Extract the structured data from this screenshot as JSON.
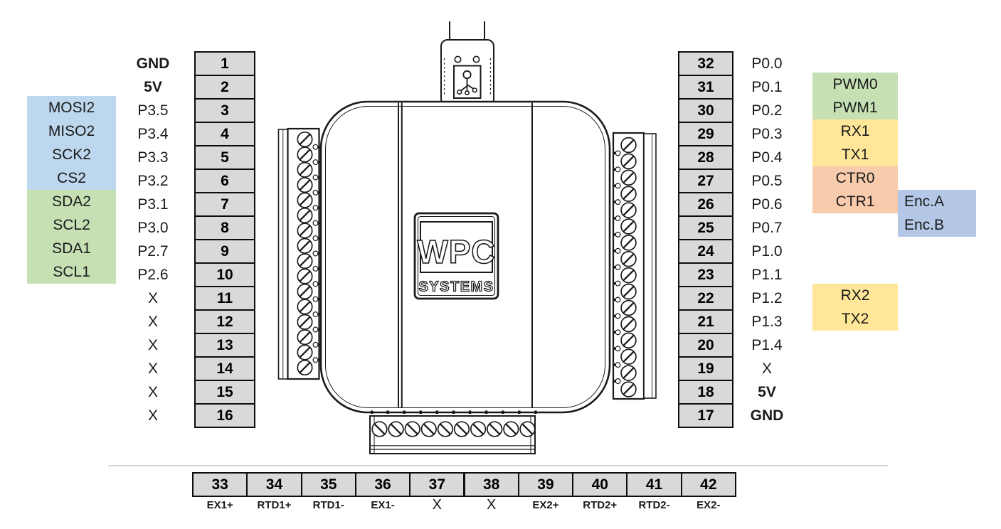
{
  "palette": {
    "pin_box_bg": "#D9D9D9",
    "pin_box_border": "#0d0d0d",
    "spi_blue": "#BDD7EE",
    "i2c_green": "#C6E0B4",
    "pwm_green": "#C6E0B4",
    "uart_yellow": "#FFE699",
    "counter_orange": "#F8CBAD",
    "encoder_blue": "#B4C7E7"
  },
  "device": {
    "brand_line1": "WPC",
    "brand_line2": "SYSTEMS",
    "usb_icon": "usb-trident-icon"
  },
  "left_pins": [
    {
      "pin": "1",
      "name": "GND",
      "bold": true
    },
    {
      "pin": "2",
      "name": "5V",
      "bold": true
    },
    {
      "pin": "3",
      "name": "P3.5",
      "fn": "MOSI2",
      "fn_color": "spi_blue"
    },
    {
      "pin": "4",
      "name": "P3.4",
      "fn": "MISO2",
      "fn_color": "spi_blue"
    },
    {
      "pin": "5",
      "name": "P3.3",
      "fn": "SCK2",
      "fn_color": "spi_blue"
    },
    {
      "pin": "6",
      "name": "P3.2",
      "fn": "CS2",
      "fn_color": "spi_blue"
    },
    {
      "pin": "7",
      "name": "P3.1",
      "fn": "SDA2",
      "fn_color": "i2c_green"
    },
    {
      "pin": "8",
      "name": "P3.0",
      "fn": "SCL2",
      "fn_color": "i2c_green"
    },
    {
      "pin": "9",
      "name": "P2.7",
      "fn": "SDA1",
      "fn_color": "i2c_green"
    },
    {
      "pin": "10",
      "name": "P2.6",
      "fn": "SCL1",
      "fn_color": "i2c_green"
    },
    {
      "pin": "11",
      "name": "X"
    },
    {
      "pin": "12",
      "name": "X"
    },
    {
      "pin": "13",
      "name": "X"
    },
    {
      "pin": "14",
      "name": "X"
    },
    {
      "pin": "15",
      "name": "X"
    },
    {
      "pin": "16",
      "name": "X"
    }
  ],
  "right_pins": [
    {
      "pin": "32",
      "name": "P0.0"
    },
    {
      "pin": "31",
      "name": "P0.1",
      "fn": "PWM0",
      "fn_color": "pwm_green"
    },
    {
      "pin": "30",
      "name": "P0.2",
      "fn": "PWM1",
      "fn_color": "pwm_green"
    },
    {
      "pin": "29",
      "name": "P0.3",
      "fn": "RX1",
      "fn_color": "uart_yellow"
    },
    {
      "pin": "28",
      "name": "P0.4",
      "fn": "TX1",
      "fn_color": "uart_yellow"
    },
    {
      "pin": "27",
      "name": "P0.5",
      "fn": "CTR0",
      "fn_color": "counter_orange"
    },
    {
      "pin": "26",
      "name": "P0.6",
      "fn": "CTR1",
      "fn_color": "counter_orange",
      "fn2": "Enc.A",
      "fn2_color": "encoder_blue"
    },
    {
      "pin": "25",
      "name": "P0.7",
      "fn2": "Enc.B",
      "fn2_color": "encoder_blue"
    },
    {
      "pin": "24",
      "name": "P1.0"
    },
    {
      "pin": "23",
      "name": "P1.1"
    },
    {
      "pin": "22",
      "name": "P1.2",
      "fn": "RX2",
      "fn_color": "uart_yellow"
    },
    {
      "pin": "21",
      "name": "P1.3",
      "fn": "TX2",
      "fn_color": "uart_yellow"
    },
    {
      "pin": "20",
      "name": "P1.4"
    },
    {
      "pin": "19",
      "name": "X"
    },
    {
      "pin": "18",
      "name": "5V",
      "bold": true
    },
    {
      "pin": "17",
      "name": "GND",
      "bold": true
    }
  ],
  "bottom_pins": [
    {
      "pin": "33",
      "name": "EX1+"
    },
    {
      "pin": "34",
      "name": "RTD1+"
    },
    {
      "pin": "35",
      "name": "RTD1-"
    },
    {
      "pin": "36",
      "name": "EX1-"
    },
    {
      "pin": "37",
      "name": "X"
    },
    {
      "pin": "38",
      "name": "X"
    },
    {
      "pin": "39",
      "name": "EX2+"
    },
    {
      "pin": "40",
      "name": "RTD2+"
    },
    {
      "pin": "41",
      "name": "RTD2-"
    },
    {
      "pin": "42",
      "name": "EX2-"
    }
  ]
}
